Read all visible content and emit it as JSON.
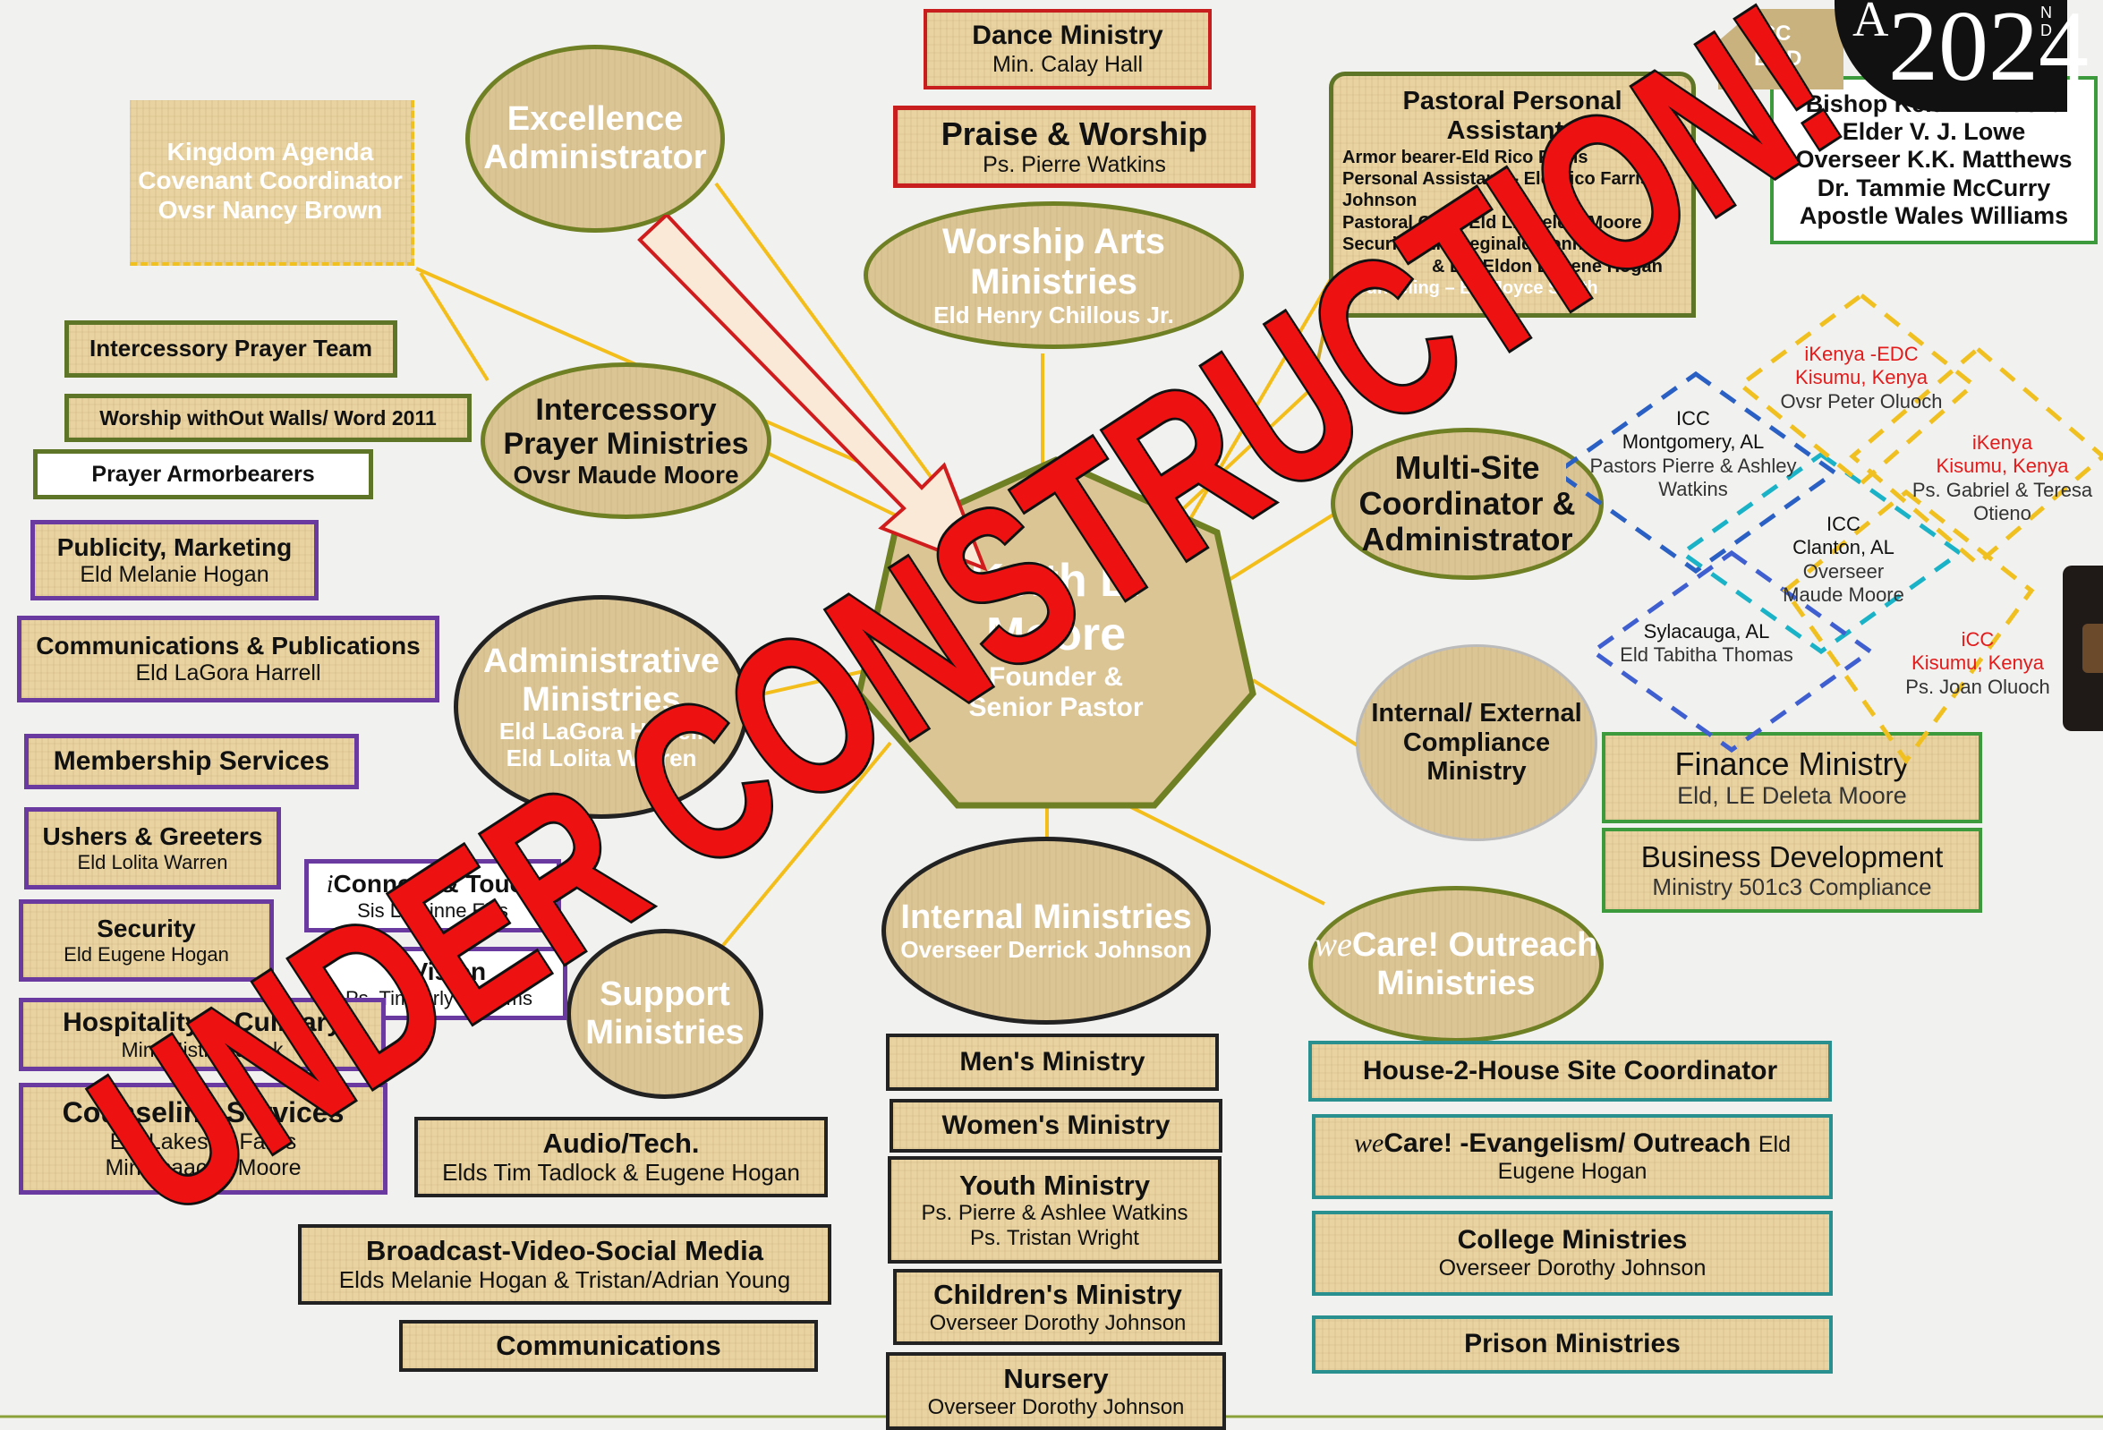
{
  "header": {
    "badge_line1": "ICC",
    "badge_line2": "BOD",
    "year": "2024",
    "year_prefix": "A",
    "side_letters": "N D"
  },
  "banner": {
    "text": "UNDER CONSTRUCTION!",
    "color": "#ee1111",
    "outline": "#111111"
  },
  "center": {
    "name": "Keith L. Moore",
    "role_line1": "Founder &",
    "role_line2": "Senior Pastor"
  },
  "ellipses": {
    "excellence": {
      "title": "Excellence Administrator"
    },
    "worship_arts": {
      "title": "Worship  Arts Ministries",
      "sub": "Eld Henry Chillous Jr."
    },
    "intercessory": {
      "title": "Intercessory Prayer Ministries",
      "sub": "Ovsr Maude Moore"
    },
    "multisite": {
      "title": "Multi-Site Coordinator & Administrator"
    },
    "administrative": {
      "title": "Administrative Ministries",
      "sub1": "Eld LaGora Harrell",
      "sub2": "Eld Lolita Warren"
    },
    "compliance": {
      "title": "Internal/ External Compliance Ministry"
    },
    "internal": {
      "title": "Internal Ministries",
      "sub": "Overseer Derrick Johnson"
    },
    "support": {
      "title": "Support Ministries"
    },
    "wecare": {
      "prefix": "we",
      "title": "Care! Outreach Ministries"
    }
  },
  "top_boxes": {
    "dance": {
      "title": "Dance Ministry",
      "sub": "Min. Calay Hall"
    },
    "praise": {
      "title": "Praise & Worship",
      "sub": "Ps. Pierre Watkins"
    },
    "kingdom": {
      "title": "Kingdom Agenda Covenant Coordinator",
      "sub": "Ovsr Nancy Brown"
    }
  },
  "pastoral": {
    "title": "Pastoral Personal Assistants",
    "lines": [
      "Armor bearer-Eld Rico Farris",
      "Personal Assistants- Eld Rico Farris",
      "Johnson",
      "Pastoral Care- Eld LE Deleta Moore",
      "Security- Eld Reginald Bonner",
      "& Eld Eldon Eugene Hogan",
      "Counseling – Eld Joyce Smith"
    ]
  },
  "bod": {
    "lines": [
      "Bishop Keith L. Moore",
      "Elder V. J. Lowe",
      "Overseer K.K. Matthews",
      "Dr. Tammie McCurry",
      "Apostle Wales Williams"
    ]
  },
  "left_boxes": {
    "intercessory_team": {
      "title": "Intercessory Prayer Team"
    },
    "worship_without": {
      "title": "Worship withOut Walls/ Word 2011"
    },
    "armorbearers": {
      "title": "Prayer Armorbearers"
    },
    "publicity": {
      "title": "Publicity, Marketing",
      "sub": "Eld Melanie Hogan"
    },
    "communications_pub": {
      "title": "Communications & Publications",
      "sub": "Eld LaGora Harrell"
    },
    "membership": {
      "title": "Membership Services"
    },
    "ushers": {
      "title": "Ushers & Greeters",
      "sub": "Eld Lolita Warren"
    },
    "iconnect": {
      "prefix": "i",
      "title": "Connect & Touch",
      "sub": "Sis Lorainne Ellis"
    },
    "security": {
      "title": "Security",
      "sub": "Eld Eugene Hogan"
    },
    "invision": {
      "prefix": "in",
      "title": "Vision",
      "sub": "Ps. Timberly Williams"
    },
    "hospitality": {
      "title": "Hospitality & Culinary",
      "sub": "Min. Misti Tadlock"
    },
    "counseling": {
      "title": "Counseling Services",
      "sub1": "Eld Lakesha Farris",
      "sub2": "Min. Isaac P. Moore"
    }
  },
  "support_boxes": {
    "audio": {
      "title": "Audio/Tech.",
      "sub": "Elds Tim Tadlock & Eugene Hogan"
    },
    "broadcast": {
      "title": "Broadcast-Video-Social Media",
      "sub": "Elds Melanie Hogan &  Tristan/Adrian Young"
    },
    "communications": {
      "title": "Communications"
    }
  },
  "internal_boxes": {
    "men": {
      "title": "Men's Ministry"
    },
    "women": {
      "title": "Women's Ministry"
    },
    "youth": {
      "title": "Youth Ministry",
      "sub1": "Ps. Pierre & Ashlee Watkins",
      "sub2": "Ps. Tristan Wright"
    },
    "children": {
      "title": "Children's Ministry",
      "sub": "Overseer Dorothy Johnson"
    },
    "nursery": {
      "title": "Nursery",
      "sub": "Overseer Dorothy Johnson"
    }
  },
  "outreach_boxes": {
    "house": {
      "title": "House-2-House Site Coordinator"
    },
    "evangelism": {
      "prefix": "we",
      "title": "Care! -Evangelism/ Outreach",
      "title_tail": "Eld",
      "sub": "Eugene Hogan"
    },
    "college": {
      "title": "College Ministries",
      "sub": "Overseer Dorothy Johnson"
    },
    "prison": {
      "title": "Prison Ministries"
    }
  },
  "finance_boxes": {
    "finance": {
      "title": "Finance Ministry",
      "sub": "Eld, LE Deleta Moore"
    },
    "business": {
      "title": "Business Development",
      "sub": "Ministry 501c3 Compliance"
    }
  },
  "sites": {
    "montgomery": {
      "l1": "ICC",
      "l2": "Montgomery,  AL",
      "l3": "Pastors Pierre & Ashley",
      "l4": "Watkins"
    },
    "kenya_edc": {
      "l1": "iKenya -EDC",
      "l2": "Kisumu, Kenya",
      "l3": "Ovsr Peter Oluoch"
    },
    "kenya": {
      "l1": "iKenya",
      "l2": "Kisumu, Kenya",
      "l3": "Ps. Gabriel & Teresa",
      "l4": "Otieno"
    },
    "clanton": {
      "l1": "ICC",
      "l2": "Clanton,  AL",
      "l3": "Overseer",
      "l4": "Maude Moore"
    },
    "sylacauga": {
      "l1": "Sylacauga,  AL",
      "l2": "Eld Tabitha Thomas"
    },
    "icc_kenya": {
      "l1": "iCC",
      "l2": "Kisumu, Kenya",
      "l3": "Ps. Joan Oluoch"
    }
  }
}
